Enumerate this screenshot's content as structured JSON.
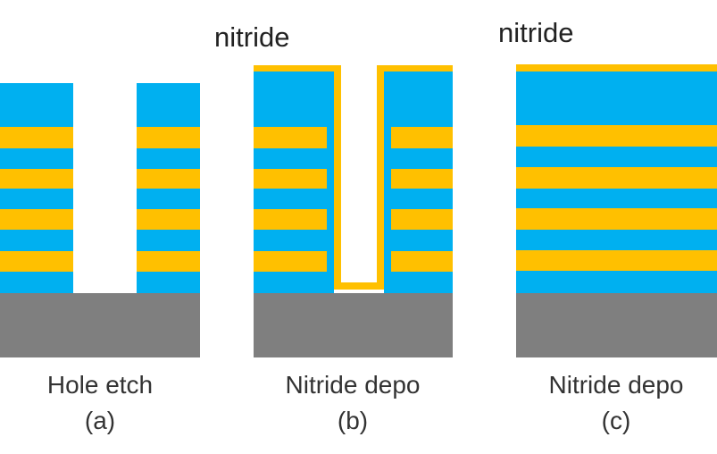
{
  "colors": {
    "oxide": "#00b0f0",
    "nitride": "#ffc000",
    "substrate": "#7f7f7f",
    "background": "#ffffff"
  },
  "panels": [
    {
      "id": "a",
      "caption": "Hole etch",
      "sublabel": "(a)",
      "callout": ""
    },
    {
      "id": "b",
      "caption": "Nitride depo",
      "sublabel": "(b)",
      "callout": "nitride"
    },
    {
      "id": "c",
      "caption": "Nitride depo",
      "sublabel": "(c)",
      "callout": "nitride"
    }
  ]
}
